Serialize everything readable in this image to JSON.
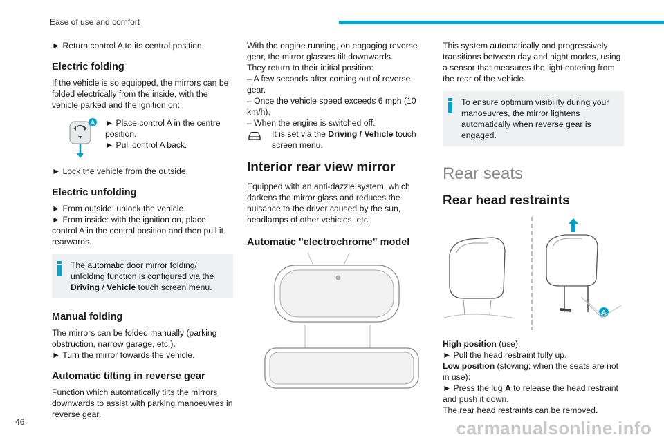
{
  "header": {
    "section_title": "Ease of use and comfort",
    "accent_color": "#00a3cf"
  },
  "page_number": "46",
  "watermark": "carmanualsonline.info",
  "col1": {
    "return_line": "► Return control A to its central position.",
    "electric_folding": {
      "heading": "Electric folding",
      "intro": "If the vehicle is so equipped, the mirrors can be folded electrically from the inside, with the vehicle parked and the ignition on:",
      "step1": "► Place control A in the centre position.",
      "step2": "► Pull control A back.",
      "step3": "► Lock the vehicle from the outside.",
      "control_label": "A"
    },
    "electric_unfolding": {
      "heading": "Electric unfolding",
      "outside": "► From outside: unlock the vehicle.",
      "inside": "► From inside: with the ignition on, place control A in the central position and then pull it rearwards."
    },
    "note1": {
      "pre": "The automatic door mirror folding/ unfolding function is configured via the ",
      "bold1": "Driving",
      "sep": " / ",
      "bold2": "Vehicle",
      "post": " touch screen menu."
    },
    "manual_folding": {
      "heading": "Manual folding",
      "text": "The mirrors can be folded manually (parking obstruction, narrow garage, etc.).",
      "step": "► Turn the mirror towards the vehicle."
    },
    "auto_tilting": {
      "heading": "Automatic tilting in reverse gear",
      "text": "Function which automatically tilts the mirrors downwards to assist with parking manoeuvres in reverse gear."
    }
  },
  "col2": {
    "reverse_text": "With the engine running, on engaging reverse gear, the mirror glasses tilt downwards.",
    "return_text": "They return to their initial position:",
    "item1": "– A few seconds after coming out of reverse gear.",
    "item2": "– Once the vehicle speed exceeds 6 mph (10 km/h),",
    "item3": "– When the engine is switched off.",
    "car_note_pre": "It is set via the ",
    "car_note_bold": "Driving / Vehicle",
    "car_note_post": " touch screen menu.",
    "interior_heading": "Interior rear view mirror",
    "interior_text": "Equipped with an anti-dazzle system, which darkens the mirror glass and reduces the nuisance to the driver caused by the sun, headlamps of other vehicles, etc.",
    "auto_model_heading": "Automatic \"electrochrome\" model"
  },
  "col3": {
    "system_text": "This system automatically and progressively transitions between day and night modes, using a sensor that measures the light entering from the rear of the vehicle.",
    "note": "To ensure optimum visibility during your manoeuvres, the mirror lightens automatically when reverse gear is engaged.",
    "rear_seats": "Rear seats",
    "rear_head_restraints": "Rear head restraints",
    "lug_label": "A",
    "high_bold": "High position",
    "high_rest": " (use):",
    "high_step": "► Pull the head restraint fully up.",
    "low_bold": "Low position",
    "low_rest": " (stowing; when the seats are not in use):",
    "low_step_pre": "► Press the lug ",
    "low_step_bold": "A",
    "low_step_post": " to release the head restraint and push it down.",
    "removable": "The rear head restraints can be removed."
  }
}
